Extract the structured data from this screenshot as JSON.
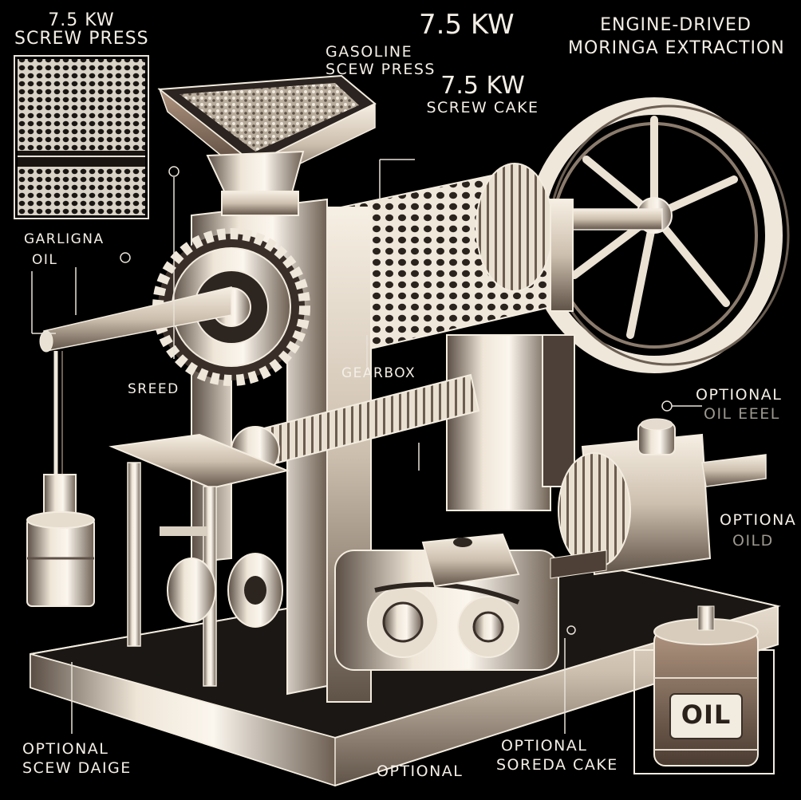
{
  "inset": {
    "label_line1": "7.5 KW",
    "label_line2": "SCREW PRESS"
  },
  "title": {
    "power": "7.5 KW",
    "line1": "ENGINE-DRIVED",
    "line2": "MORINGA EXTRACTION"
  },
  "labels": {
    "gasoline_line1": "GASOLINE",
    "gasoline_line2": "SCEW PRESS",
    "screw_cake_power": "7.5 KW",
    "screw_cake": "SCREW CAKE",
    "garlic_oil_line1": "GARLIGNA",
    "garlic_oil_line2": "OIL",
    "speed": "SREED",
    "gearbox": "GEARBOX",
    "optional_oil_line1": "OPTIONAL",
    "optional_oil_line2": "OIL EEEL",
    "optional_side_line1": "OPTIONA",
    "optional_side_line2": "OILD",
    "optional_gauge_line1": "OPTIONAL",
    "optional_gauge_line2": "SCEW DAIGE",
    "optional_bottom": "OPTIONAL",
    "optional_cake_line1": "OPTIONAL",
    "optional_cake_line2": "SOREDA CAKE",
    "oil_drum": "OIL"
  },
  "colors": {
    "background": "#000000",
    "line": "#efe8dc",
    "metal_light": "#e9e1d4",
    "metal_dark": "#6b5e50",
    "accent_brown": "#8a6d55"
  }
}
